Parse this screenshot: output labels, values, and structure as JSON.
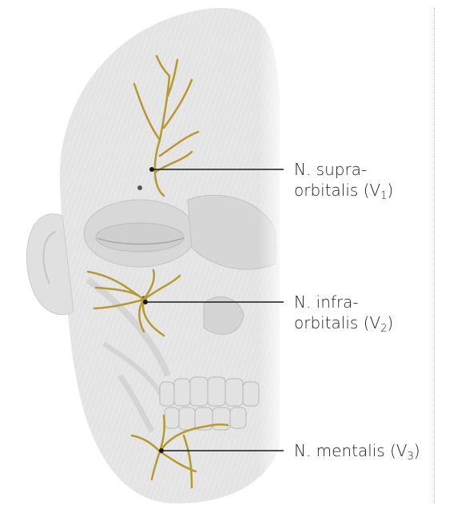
{
  "labels": {
    "supraorbital": {
      "line1": "N. supra-",
      "line2_pre": "orbitalis (V",
      "sub": "1",
      "line2_post": ")"
    },
    "infraorbital": {
      "line1": "N. infra-",
      "line2_pre": "orbitalis (V",
      "sub": "2",
      "line2_post": ")"
    },
    "mental": {
      "pre": "N. mentalis (V",
      "sub": "3",
      "post": ")"
    }
  },
  "colors": {
    "nerve": "#b59a2e",
    "leader": "#1a1a1a",
    "face": "#dcdcdc"
  }
}
